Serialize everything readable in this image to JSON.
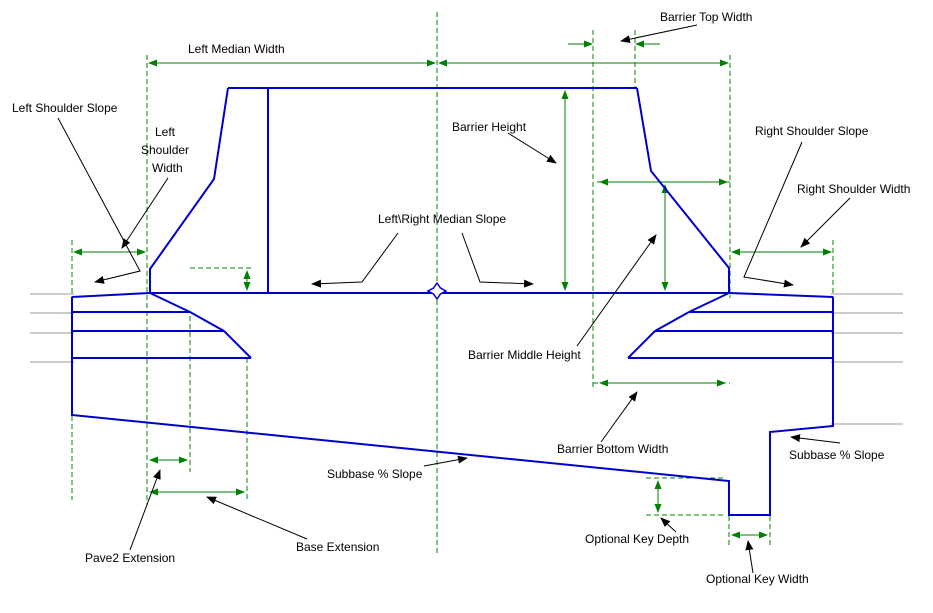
{
  "diagram": {
    "type": "roadway-median-barrier-cross-section",
    "background": "#FFFFFF",
    "colors": {
      "template_line": "#0000CC",
      "dimension_line": "#008000",
      "label_text": "#000000",
      "ground_line": "#9A9A9A"
    },
    "labels": {
      "barrier_top_width": "Barrier Top Width",
      "left_median_width": "Left Median Width",
      "left_shoulder_slope": "Left Shoulder Slope",
      "left_shoulder_width_1": "Left",
      "left_shoulder_width_2": "Shoulder",
      "left_shoulder_width_3": "Width",
      "barrier_height": "Barrier Height",
      "right_shoulder_slope": "Right Shoulder Slope",
      "right_shoulder_width": "Right Shoulder Width",
      "median_slope": "Left\\Right Median Slope",
      "barrier_middle_height": "Barrier Middle Height",
      "barrier_bottom_width": "Barrier Bottom Width",
      "subbase_slope_left": "Subbase % Slope",
      "subbase_slope_right": "Subbase % Slope",
      "pave2_extension": "Pave2 Extension",
      "base_extension": "Base Extension",
      "optional_key_depth": "Optional Key Depth",
      "optional_key_width": "Optional Key Width"
    }
  }
}
